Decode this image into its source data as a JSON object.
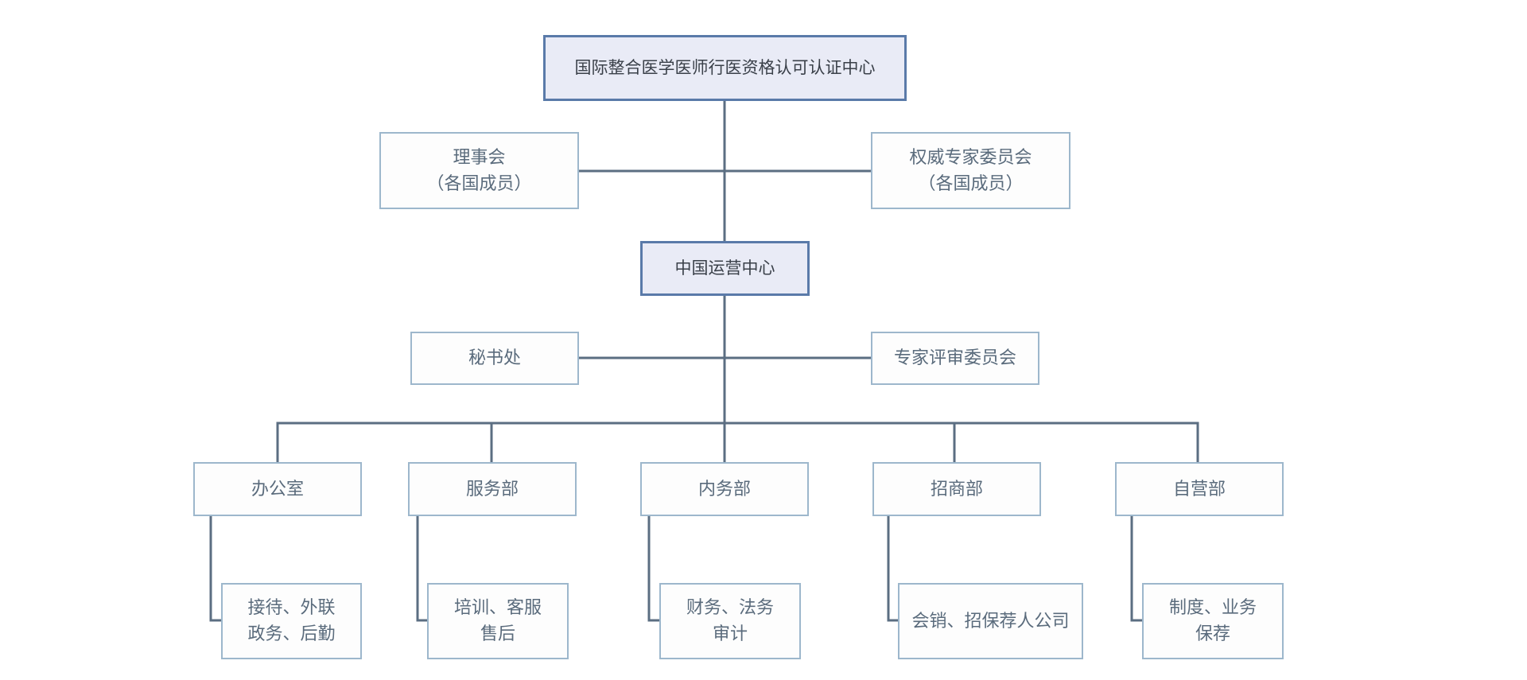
{
  "top": {
    "label": "国际整合医学医师行医资格认可认证中心"
  },
  "board": {
    "line1": "理事会",
    "line2": "（各国成员）"
  },
  "authority_committee": {
    "line1": "权威专家委员会",
    "line2": "（各国成员）"
  },
  "operations_center": {
    "label": "中国运营中心"
  },
  "secretariat": {
    "label": "秘书处"
  },
  "review_committee": {
    "label": "专家评审委员会"
  },
  "departments": [
    {
      "label": "办公室",
      "duties": [
        "接待、外联",
        "政务、后勤"
      ]
    },
    {
      "label": "服务部",
      "duties": [
        "培训、客服",
        "售后"
      ]
    },
    {
      "label": "内务部",
      "duties": [
        "财务、法务",
        "审计"
      ]
    },
    {
      "label": "招商部",
      "duties": [
        "会销、招保荐人公司"
      ]
    },
    {
      "label": "自营部",
      "duties": [
        "制度、业务",
        "保荐"
      ]
    }
  ],
  "colors": {
    "connector": "#5b6e82",
    "primary_fill": "#e9ebf6",
    "primary_border": "#5a7aa9",
    "secondary_border": "#9db7cc",
    "secondary_text": "#5a6b7c"
  }
}
